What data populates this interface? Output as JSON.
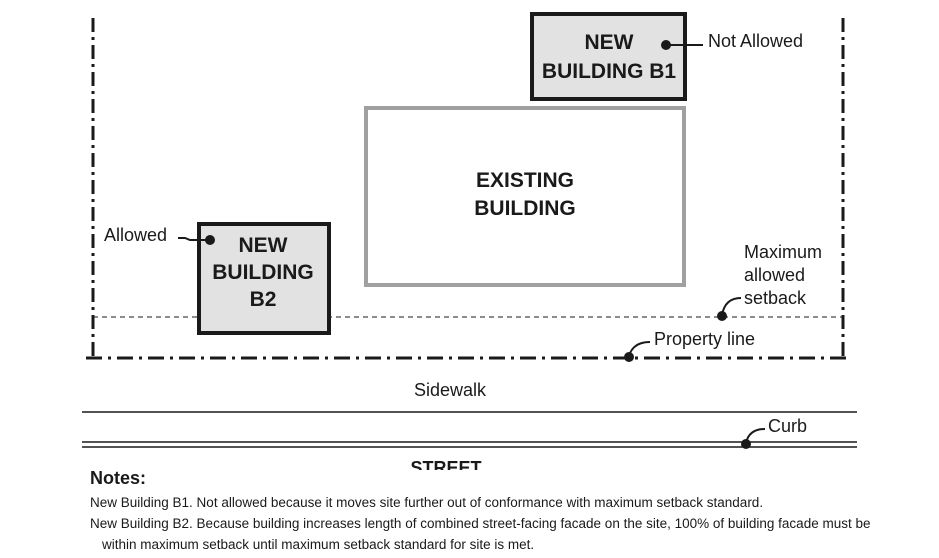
{
  "buildings": {
    "b1": {
      "lines": [
        "NEW",
        "BUILDING B1"
      ],
      "callout": "Not Allowed"
    },
    "existing": {
      "lines": [
        "EXISTING",
        "BUILDING"
      ]
    },
    "b2": {
      "lines": [
        "NEW",
        "BUILDING",
        "B2"
      ],
      "callout": "Allowed"
    }
  },
  "labels": {
    "setback": [
      "Maximum",
      "allowed",
      "setback"
    ],
    "property_line": "Property line",
    "sidewalk": "Sidewalk",
    "curb": "Curb",
    "street": "STREET"
  },
  "notes": {
    "title": "Notes:",
    "items": [
      "New Building B1. Not allowed because it moves site further out of conformance with maximum setback standard.",
      "New Building B2. Because building increases length of combined street-facing facade on the site, 100% of building facade must be",
      "within maximum setback until maximum setback standard for site is met."
    ]
  },
  "colors": {
    "ink": "#1a1a1a",
    "building_fill": "#e2e2e2",
    "existing_stroke": "#a0a0a0"
  }
}
